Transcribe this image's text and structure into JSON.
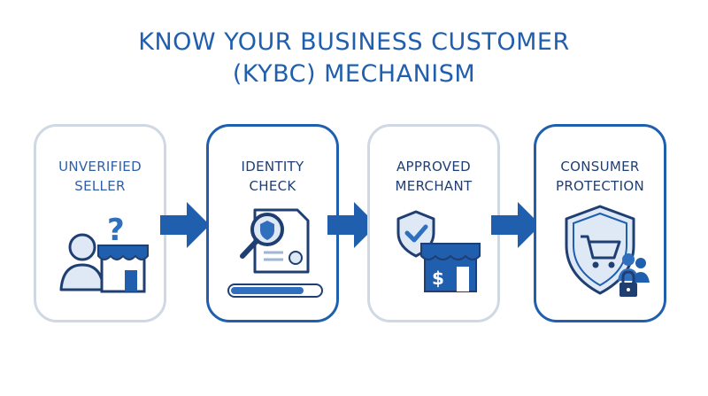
{
  "title": {
    "line1": "KNOW YOUR BUSINESS CUSTOMER",
    "line2": "(KYBC) MECHANISM"
  },
  "steps": [
    {
      "line1": "UNVERIFIED",
      "line2": "SELLER",
      "icon": "unverified-seller-icon"
    },
    {
      "line1": "IDENTITY",
      "line2": "CHECK",
      "icon": "identity-check-icon"
    },
    {
      "line1": "APPROVED",
      "line2": "MERCHANT",
      "icon": "approved-merchant-icon"
    },
    {
      "line1": "CONSUMER",
      "line2": "PROTECTION",
      "icon": "consumer-protection-icon"
    }
  ],
  "colors": {
    "primary": "#1f5fae",
    "dark": "#1f3f73",
    "light_fill": "#dfe9f5",
    "card_border_light": "#cfd8e3"
  }
}
